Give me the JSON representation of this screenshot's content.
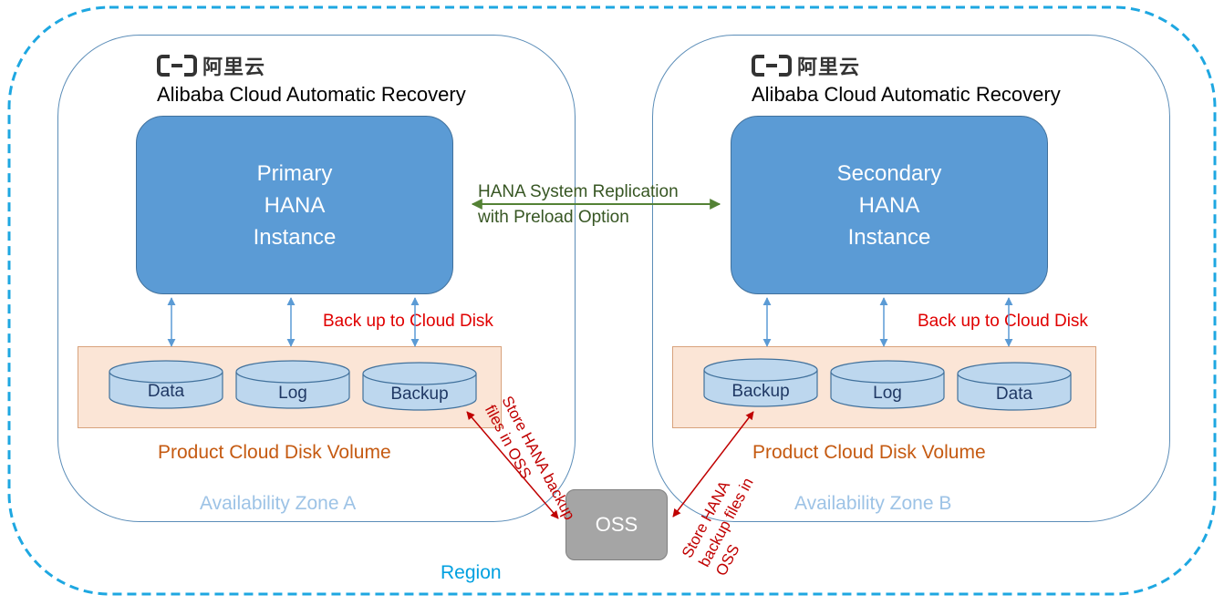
{
  "region": {
    "label": "Region",
    "border_color": "#1ea7e1"
  },
  "zone_a": {
    "logo_text": "阿里云",
    "title": "Alibaba Cloud Automatic Recovery",
    "hana": [
      "Primary",
      "HANA",
      "Instance"
    ],
    "backup_label": "Back up to Cloud Disk",
    "disks": [
      "Data",
      "Log",
      "Backup"
    ],
    "volume_label": "Product Cloud Disk Volume",
    "az_label": "Availability Zone A"
  },
  "zone_b": {
    "logo_text": "阿里云",
    "title": "Alibaba Cloud Automatic Recovery",
    "hana": [
      "Secondary",
      "HANA",
      "Instance"
    ],
    "backup_label": "Back up to Cloud Disk",
    "disks": [
      "Backup",
      "Log",
      "Data"
    ],
    "volume_label": "Product Cloud Disk Volume",
    "az_label": "Availability Zone B"
  },
  "replication": {
    "line1": "HANA System Replication",
    "line2": "with Preload Option"
  },
  "oss": {
    "label": "OSS"
  },
  "store_a": {
    "lines": [
      "Store HANA backup",
      "files in OSS"
    ]
  },
  "store_b": {
    "lines": [
      "Store HANA",
      "backup files in",
      "OSS"
    ]
  },
  "colors": {
    "hana_fill": "#5b9bd5",
    "volume_fill": "#fbe5d6",
    "disk_fill": "#bdd7ee",
    "replication_arrow": "#548235",
    "oss_arrow": "#c00000",
    "disk_arrow": "#5b9bd5"
  }
}
